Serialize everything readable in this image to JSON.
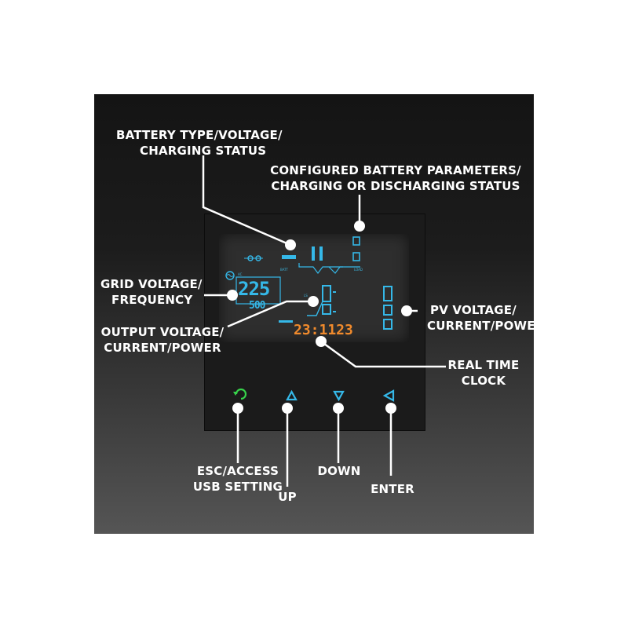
{
  "labels": {
    "battery_type": [
      "BATTERY TYPE/VOLTAGE/",
      "CHARGING STATUS"
    ],
    "configured_battery": [
      "CONFIGURED BATTERY PARAMETERS/",
      "CHARGING OR DISCHARGING STATUS"
    ],
    "grid_voltage": [
      "GRID VOLTAGE/",
      "FREQUENCY"
    ],
    "pv_voltage": [
      "PV VOLTAGE/",
      "CURRENT/POWER"
    ],
    "output_voltage": [
      "OUTPUT VOLTAGE/",
      "CURRENT/POWER"
    ],
    "real_time_clock": [
      "REAL TIME",
      "CLOCK"
    ],
    "esc": [
      "ESC/ACCESS",
      "USB SETTING"
    ],
    "up": "UP",
    "down": "DOWN",
    "enter": "ENTER"
  },
  "lcd": {
    "grid_voltage": "225",
    "grid_frequency": "500",
    "clock": "23:1123",
    "batt_tag": "BATT",
    "load_tag": "LOAD",
    "ac_tag": "AC",
    "line_tag": "LS"
  },
  "colors": {
    "lcd_segment": "#35b8e8",
    "clock_segment": "#f08a2c",
    "esc_button": "#37d24b",
    "nav_button": "#35b8e8",
    "callout": "#ffffff"
  },
  "icons": {
    "esc": "power-cycle-icon",
    "up": "triangle-up-icon",
    "down": "triangle-down-icon",
    "enter": "triangle-left-icon"
  }
}
